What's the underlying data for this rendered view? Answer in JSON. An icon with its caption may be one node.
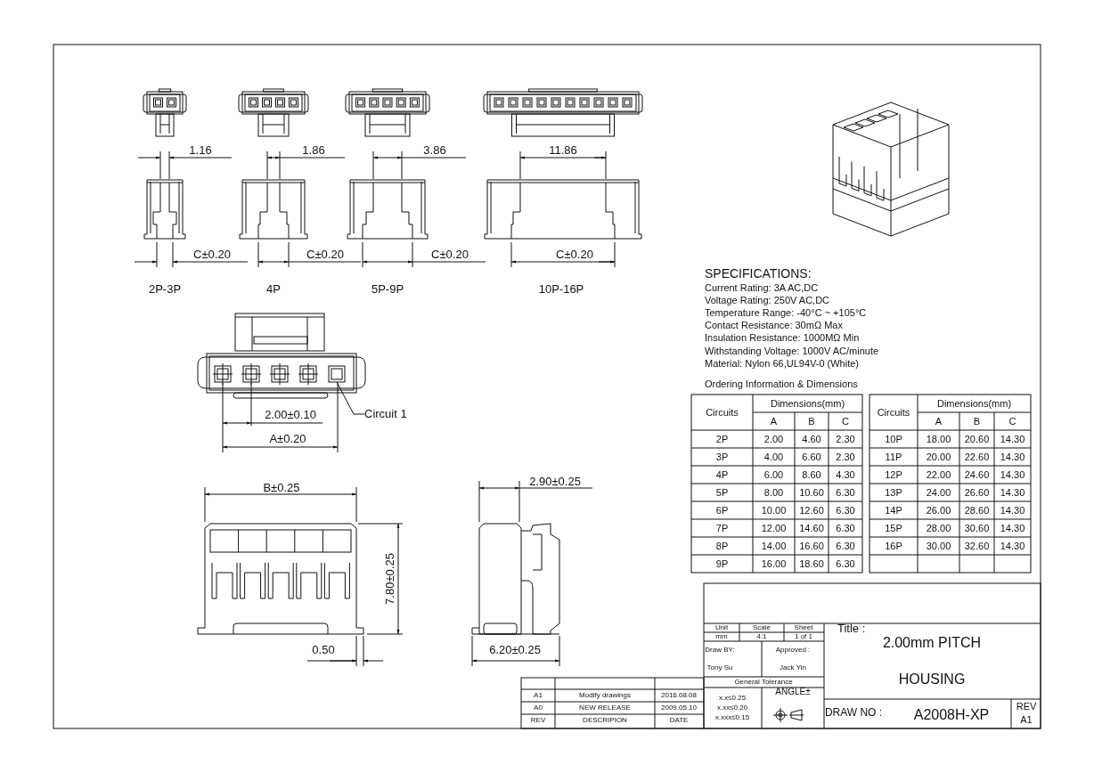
{
  "diagram": {
    "nodes": [
      {
        "text": [
          "Circuit 1"
        ]
      },
      {
        "text": [],
        "shape": "box"
      }
    ],
    "edges": [
      {
        "from": 0,
        "to": 1,
        "arrow": "none"
      }
    ],
    "labels": [
      "1.16",
      "1.86",
      "3.86",
      "11.86",
      "C±0.20",
      "C±0.20",
      "C±0.20",
      "C±0.20",
      "2P-3P",
      "4P",
      "5P-9P",
      "10P-16P",
      "SPECIFICATIONS:",
      "Current Rating: 3A AC,DC",
      "Voltage Rating: 250V AC,DC",
      "Temperature Range: -40°C ~ +105°C",
      "Contact Resistance: 30mΩ Max",
      "Insulation Resistance: 1000MΩ Min",
      "Withstanding Voltage: 1000V AC/minute",
      "Material: Nylon 66,UL94V-0 (White)",
      "2.00±0.10",
      "A±0.20",
      "Ordering Information & Dimensions",
      "Circuits",
      "Dimensions(mm)",
      "Circuits",
      "Dimensions(mm)",
      "A",
      "B",
      "C",
      "A",
      "B",
      "C",
      "2P",
      "2.00",
      "4.60",
      "2.30",
      "10P",
      "18.00",
      "20.60",
      "14.30",
      "3P",
      "4.00",
      "6.60",
      "2.30",
      "11P",
      "20.00",
      "22.60",
      "14.30",
      "4P",
      "6.00",
      "8.60",
      "4.30",
      "12P",
      "22.00",
      "24.60",
      "14.30",
      "5P",
      "8.00",
      "10.60",
      "6.30",
      "13P",
      "24.00",
      "26.60",
      "14.30",
      "6P",
      "10.00",
      "12.60",
      "6.30",
      "14P",
      "26.00",
      "28.60",
      "14.30",
      "7P",
      "12.00",
      "14.60",
      "6.30",
      "15P",
      "28.00",
      "30.60",
      "14.30",
      "8P",
      "14.00",
      "16.60",
      "6.30",
      "16P",
      "30.00",
      "32.60",
      "14.30",
      "9P",
      "16.00",
      "18.60",
      "6.30",
      "B±0.25",
      "2.90±0.25",
      "7.80±0.25",
      "0.50",
      "6.20±0.25",
      "Unit",
      "Scale",
      "Sheet",
      "Title :",
      "mm",
      "4:1",
      "1 of 1",
      "2.00mm PITCH",
      "Draw BY:",
      "Approved :",
      "Tony Su",
      "Jack Yin",
      "HOUSING",
      "General Tolerance",
      "A1",
      "Modify drawings",
      "2016.08.08",
      "x.x≤0.25",
      "ANGLE±",
      "A0",
      "NEW RELEASE",
      "2009.05.10",
      "x.xx≤0.20",
      "DRAW NO :",
      "A2008H-XP",
      "REV",
      "REV",
      "DESCRIPION",
      "DATE",
      "x.xxx≤0.15",
      "A1"
    ]
  }
}
